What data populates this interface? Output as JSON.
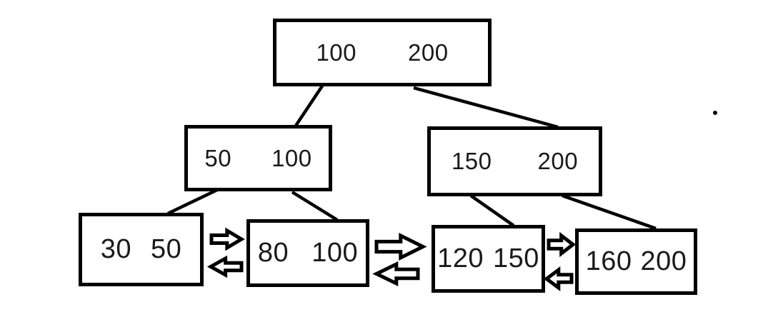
{
  "diagram": {
    "kind": "b-plus-tree",
    "colors": {
      "background": "#ffffff",
      "stroke": "#000000",
      "text": "#1a1a1a"
    },
    "nodes": {
      "root": {
        "level": "root",
        "keys": [
          "100",
          "200"
        ]
      },
      "internal_left": {
        "level": "internal",
        "keys": [
          "50",
          "100"
        ]
      },
      "internal_right": {
        "level": "internal",
        "keys": [
          "150",
          "200"
        ]
      },
      "leaf_1": {
        "level": "leaf",
        "keys": [
          "30",
          "50"
        ]
      },
      "leaf_2": {
        "level": "leaf",
        "keys": [
          "80",
          "100"
        ]
      },
      "leaf_3": {
        "level": "leaf",
        "keys": [
          "120",
          "150"
        ]
      },
      "leaf_4": {
        "level": "leaf",
        "keys": [
          "160",
          "200"
        ]
      }
    },
    "edges": [
      {
        "from": "root",
        "to": "internal_left"
      },
      {
        "from": "root",
        "to": "internal_right"
      },
      {
        "from": "internal_left",
        "to": "leaf_1"
      },
      {
        "from": "internal_left",
        "to": "leaf_2"
      },
      {
        "from": "internal_right",
        "to": "leaf_3"
      },
      {
        "from": "internal_right",
        "to": "leaf_4"
      }
    ],
    "leaf_links": [
      {
        "between": [
          "leaf_1",
          "leaf_2"
        ],
        "icons": [
          "right-block-arrow",
          "left-block-arrow"
        ]
      },
      {
        "between": [
          "leaf_2",
          "leaf_3"
        ],
        "icons": [
          "right-block-arrow",
          "left-block-arrow"
        ]
      },
      {
        "between": [
          "leaf_3",
          "leaf_4"
        ],
        "icons": [
          "right-block-arrow",
          "left-block-arrow"
        ]
      }
    ]
  }
}
